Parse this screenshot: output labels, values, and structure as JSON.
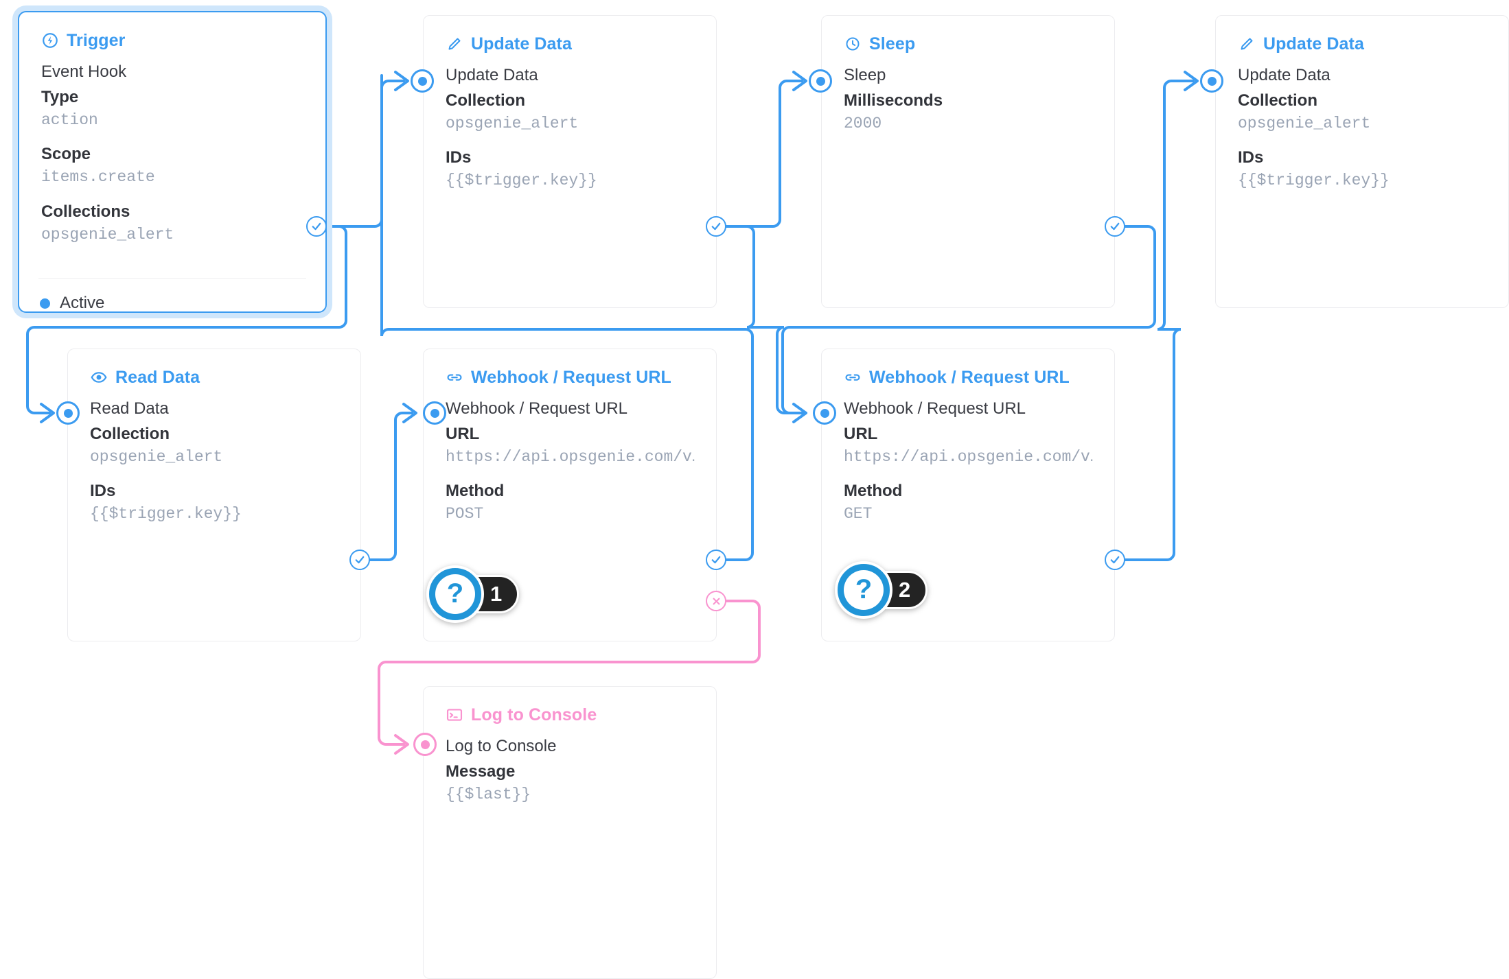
{
  "flow": {
    "accent_blue": "#3b9bf0",
    "accent_pink": "#f993cf",
    "value_gray": "#9aa4b4",
    "nodes": [
      {
        "id": "trigger",
        "header": "Trigger",
        "icon": "bolt-circle-icon",
        "row_title": "Event Hook",
        "fields": [
          {
            "label": "Type",
            "value": "action"
          },
          {
            "label": "Scope",
            "value": "items.create"
          },
          {
            "label": "Collections",
            "value": "opsgenie_alert"
          }
        ],
        "status": "Active"
      },
      {
        "id": "update-data-1",
        "header": "Update Data",
        "icon": "pencil-icon",
        "row_title": "Update Data",
        "fields": [
          {
            "label": "Collection",
            "value": "opsgenie_alert"
          },
          {
            "label": "IDs",
            "value": "{{$trigger.key}}"
          }
        ]
      },
      {
        "id": "sleep",
        "header": "Sleep",
        "icon": "clock-icon",
        "row_title": "Sleep",
        "fields": [
          {
            "label": "Milliseconds",
            "value": "2000"
          }
        ]
      },
      {
        "id": "update-data-2",
        "header": "Update Data",
        "icon": "pencil-icon",
        "row_title": "Update Data",
        "fields": [
          {
            "label": "Collection",
            "value": "opsgenie_alert"
          },
          {
            "label": "IDs",
            "value": "{{$trigger.key}}"
          }
        ]
      },
      {
        "id": "read-data",
        "header": "Read Data",
        "icon": "eye-icon",
        "row_title": "Read Data",
        "fields": [
          {
            "label": "Collection",
            "value": "opsgenie_alert"
          },
          {
            "label": "IDs",
            "value": "{{$trigger.key}}"
          }
        ]
      },
      {
        "id": "webhook-post",
        "header": "Webhook / Request URL",
        "icon": "link-icon",
        "row_title": "Webhook / Request URL",
        "fields": [
          {
            "label": "URL",
            "value": "https://api.opsgenie.com/v…"
          },
          {
            "label": "Method",
            "value": "POST"
          }
        ]
      },
      {
        "id": "webhook-get",
        "header": "Webhook / Request URL",
        "icon": "link-icon",
        "row_title": "Webhook / Request URL",
        "fields": [
          {
            "label": "URL",
            "value": "https://api.opsgenie.com/v…"
          },
          {
            "label": "Method",
            "value": "GET"
          }
        ]
      },
      {
        "id": "log-to-console",
        "header": "Log to Console",
        "icon": "terminal-icon",
        "row_title": "Log to Console",
        "fields": [
          {
            "label": "Message",
            "value": "{{$last}}"
          }
        ]
      }
    ],
    "badges": [
      {
        "mark": "?",
        "number": "1"
      },
      {
        "mark": "?",
        "number": "2"
      }
    ]
  }
}
